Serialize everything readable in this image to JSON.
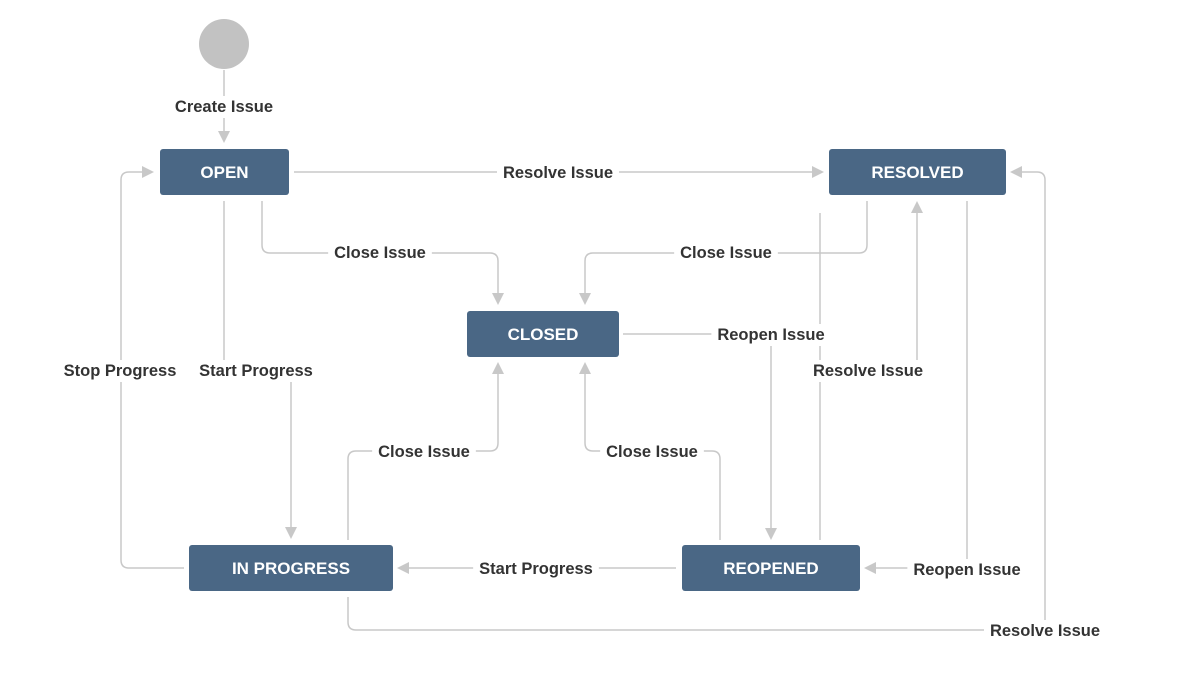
{
  "statuses": {
    "open": "OPEN",
    "resolved": "RESOLVED",
    "closed": "CLOSED",
    "in_progress": "IN PROGRESS",
    "reopened": "REOPENED"
  },
  "transitions": {
    "create_issue": "Create Issue",
    "open_to_resolved": "Resolve Issue",
    "open_to_closed": "Close Issue",
    "resolved_to_closed": "Close Issue",
    "closed_to_reopened": "Reopen Issue",
    "inprogress_to_open": "Stop Progress",
    "open_to_inprogress": "Start Progress",
    "reopened_to_resolved": "Resolve Issue",
    "inprogress_to_closed": "Close Issue",
    "reopened_to_closed": "Close Issue",
    "reopened_to_inprogress": "Start Progress",
    "resolved_to_reopened": "Reopen Issue",
    "inprogress_to_resolved": "Resolve Issue"
  },
  "colors": {
    "status_fill": "#4a6785",
    "line": "#c8c8c8",
    "start_node": "#c2c2c2"
  }
}
